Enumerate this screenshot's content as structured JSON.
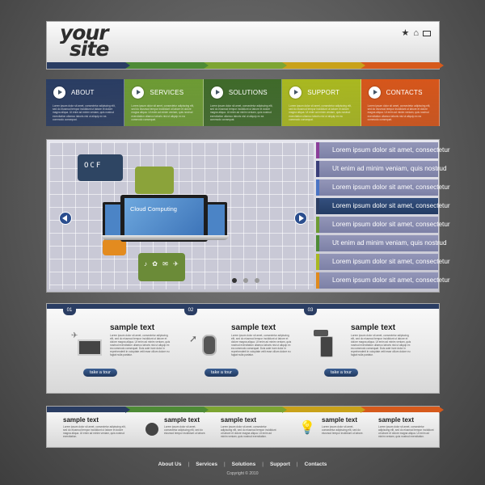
{
  "header": {
    "logo_line1": "your",
    "logo_line2": "site",
    "icons": [
      "star-icon",
      "home-icon",
      "envelope-icon"
    ]
  },
  "colorbar": [
    "#2a3d63",
    "#4e8b36",
    "#7da532",
    "#c9a21a",
    "#d65a1c"
  ],
  "nav": [
    {
      "label": "ABOUT",
      "color": "#2a3d63",
      "text": "Lorem ipsum dolor sit amet, consectetur adipiscing elit, sed do eiusmod tempor incididunt ut labore et dolore magna aliqua. Ut enim ad minim veniam, quis nostrud exercitation ullamco laboris nisi ut aliquip ex ea commodo consequat."
    },
    {
      "label": "SERVICES",
      "color": "#6d9b34",
      "text": "Lorem ipsum dolor sit amet, consectetur adipiscing elit, sed do eiusmod tempor incididunt ut labore et dolore magna aliqua. Ut enim ad minim veniam, quis nostrud exercitation ullamco laboris nisi ut aliquip ex ea commodo consequat."
    },
    {
      "label": "SOLUTIONS",
      "color": "#3f6a2a",
      "text": "Lorem ipsum dolor sit amet, consectetur adipiscing elit, sed do eiusmod tempor incididunt ut labore et dolore magna aliqua. Ut enim ad minim veniam, quis nostrud exercitation ullamco laboris nisi ut aliquip ex ea commodo consequat."
    },
    {
      "label": "SUPPORT",
      "color": "#a9b820",
      "text": "Lorem ipsum dolor sit amet, consectetur adipiscing elit, sed do eiusmod tempor incididunt ut labore et dolore magna aliqua. Ut enim ad minim veniam, quis nostrud exercitation ullamco laboris nisi ut aliquip ex ea commodo consequat."
    },
    {
      "label": "CONTACTS",
      "color": "#d6561b",
      "text": "Lorem ipsum dolor sit amet, consectetur adipiscing elit, sed do eiusmod tempor incididunt ut labore et dolore magna aliqua. Ut enim ad minim veniam, quis nostrud exercitation ullamco laboris nisi ut aliquip ex ea commodo consequat."
    }
  ],
  "slider": {
    "screen_caption": "Cloud Computing",
    "bubble1_text": "OCF",
    "bubble4_text": "♪ ✿ ✉ ✈",
    "active_dot": 0,
    "dot_count": 3
  },
  "menu": [
    {
      "label": "Lorem ipsum dolor sit amet, consectetur",
      "color": "#8b3f9a",
      "active": false
    },
    {
      "label": "Ut enim ad minim veniam, quis nostrud",
      "color": "#3a3f7a",
      "active": false
    },
    {
      "label": "Lorem ipsum dolor sit amet, consectetur",
      "color": "#4a74c4",
      "active": false
    },
    {
      "label": "Lorem ipsum dolor sit amet, consectetur",
      "color": "#2a3d63",
      "active": true
    },
    {
      "label": "Lorem ipsum dolor sit amet, consectetur",
      "color": "#6d9b34",
      "active": false
    },
    {
      "label": "Ut enim ad minim veniam, quis nostrud",
      "color": "#4e8b36",
      "active": false
    },
    {
      "label": "Lorem ipsum dolor sit amet, consectetur",
      "color": "#a9b820",
      "active": false
    },
    {
      "label": "Lorem ipsum dolor sit amet, consectetur",
      "color": "#e08a1d",
      "active": false
    }
  ],
  "features": [
    {
      "num": "01",
      "title": "sample text",
      "button": "take a tour",
      "icon": "laptop-icon",
      "text": "Lorem ipsum dolor sit amet, consectetur adipiscing elit, sed do eiusmod tempor incididunt ut labore et dolore magna aliqua. Ut enim ad minim veniam, quis nostrud exercitation ullamco laboris nisi ut aliquip ex ea commodo consequat. Duis aute irure dolor in reprehenderit in voluptate velit esse cillum dolore eu fugiat nulla pariatur."
    },
    {
      "num": "02",
      "title": "sample text",
      "button": "take a tour",
      "icon": "mouse-icon",
      "text": "Lorem ipsum dolor sit amet, consectetur adipiscing elit, sed do eiusmod tempor incididunt ut labore et dolore magna aliqua. Ut enim ad minim veniam, quis nostrud exercitation ullamco laboris nisi ut aliquip ex ea commodo consequat. Duis aute irure dolor in reprehenderit in voluptate velit esse cillum dolore eu fugiat nulla pariatur."
    },
    {
      "num": "03",
      "title": "sample text",
      "button": "take a tour",
      "icon": "phone-icon",
      "text": "Lorem ipsum dolor sit amet, consectetur adipiscing elit, sed do eiusmod tempor incididunt ut labore et dolore magna aliqua. Ut enim ad minim veniam, quis nostrud exercitation ullamco laboris nisi ut aliquip ex ea commodo consequat. Duis aute irure dolor in reprehenderit in voluptate velit esse cillum dolore eu fugiat nulla pariatur."
    }
  ],
  "bottom": [
    {
      "title": "sample text",
      "text": "Lorem ipsum dolor sit amet, consectetur adipiscing elit, sed do eiusmod tempor incididunt ut labore et dolore magna aliqua. Ut enim ad minim veniam, quis nostrud exercitation."
    },
    {
      "title": "sample text",
      "text": "Lorem ipsum dolor sit amet, consectetur adipiscing elit, sed do eiusmod tempor incididunt ut labore."
    },
    {
      "title": "sample text",
      "text": "Lorem ipsum dolor sit amet, consectetur adipiscing elit, sed do eiusmod tempor incididunt ut labore et dolore magna aliqua. Ut enim ad minim veniam, quis nostrud exercitation."
    },
    {
      "title": "sample text",
      "text": "Lorem ipsum dolor sit amet, consectetur adipiscing elit, sed do eiusmod tempor incididunt ut labore."
    },
    {
      "title": "sample text",
      "text": "Lorem ipsum dolor sit amet, consectetur adipiscing elit, sed do eiusmod tempor incididunt ut labore et dolore magna aliqua. Ut enim ad minim veniam, quis nostrud exercitation."
    }
  ],
  "footer": {
    "links": [
      "About Us",
      "Services",
      "Solutions",
      "Support",
      "Contacts"
    ],
    "copyright": "Copyright © 2010"
  }
}
